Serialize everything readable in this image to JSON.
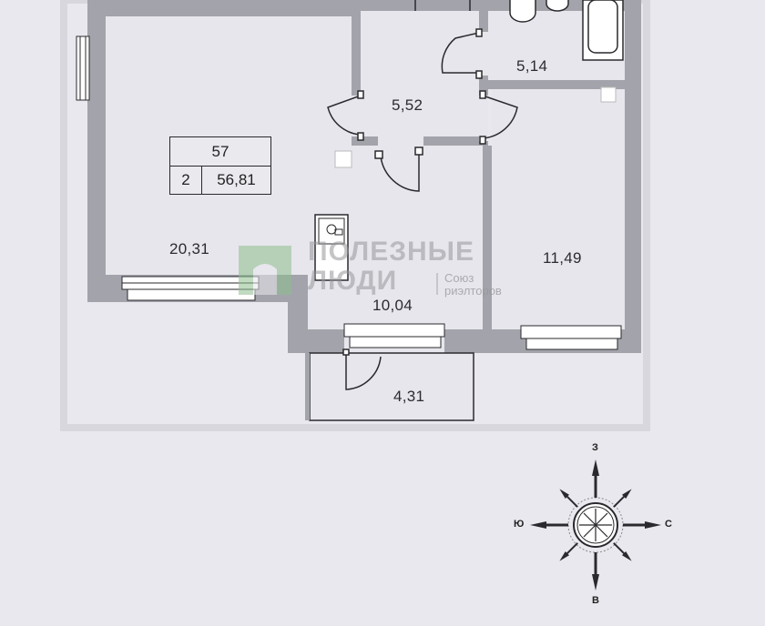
{
  "apartment": {
    "number": "57",
    "rooms": "2",
    "total_area": "56,81"
  },
  "rooms": [
    {
      "id": "living-room",
      "area": "20,31"
    },
    {
      "id": "hallway",
      "area": "5,52"
    },
    {
      "id": "bathroom",
      "area": "5,14"
    },
    {
      "id": "kitchen",
      "area": "10,04"
    },
    {
      "id": "bedroom",
      "area": "11,49"
    },
    {
      "id": "balcony",
      "area": "4,31"
    }
  ],
  "watermark": {
    "line1": "ПОЛЕЗНЫЕ",
    "line2": "ЛЮДИ",
    "sub1": "Союз",
    "sub2": "риэлторов",
    "color": "#8fbf8f"
  },
  "compass": {
    "top": "З",
    "bottom": "В",
    "left": "Ю",
    "right": "С"
  },
  "colors": {
    "wall": "#9a9aa2",
    "background": "#e9e8ee",
    "line": "#2a2a2e"
  }
}
